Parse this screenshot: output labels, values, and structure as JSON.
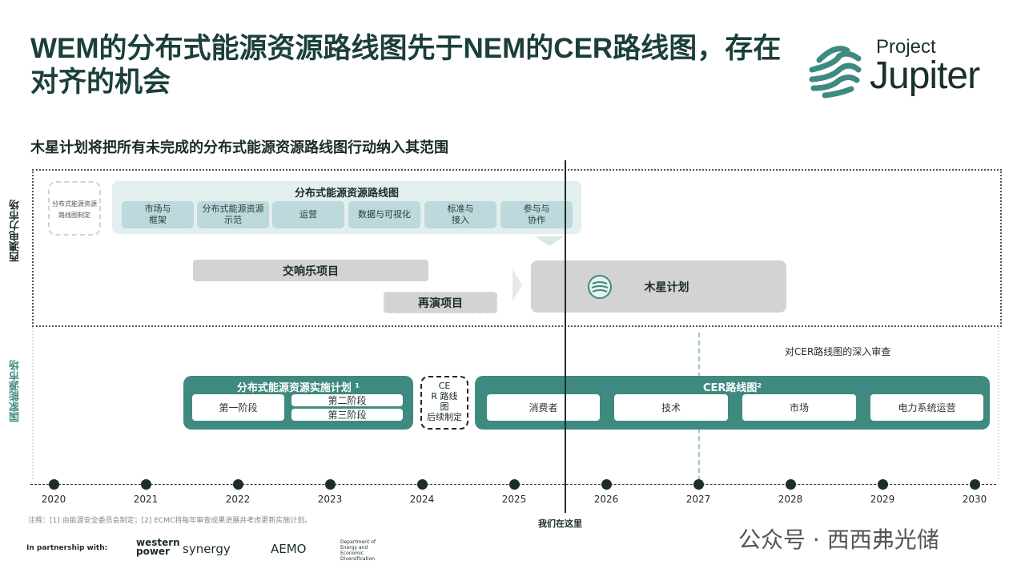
{
  "title": "WEM的分布式能源资源路线图先于NEM的CER路线图，存在对齐的机会",
  "logo": {
    "line1": "Project",
    "line2": "Jupiter"
  },
  "subtitle": "木星计划将把所有未完成的分布式能源资源路线图行动纳入其范围",
  "wem": {
    "label": "西澳电力市场",
    "draft_box": "分布式能源资源路线图制定",
    "roadmap_title": "分布式能源资源路线图",
    "roadmap_items": [
      "市场与\n框架",
      "分布式能源资源\n示范",
      "运营",
      "数据与可视化",
      "标准与\n接入",
      "参与与\n协作"
    ],
    "symphony": "交响乐项目",
    "encore": "再演项目",
    "jupiter": "木星计划"
  },
  "nem": {
    "label": "国家能源市场",
    "review": "对CER路线图的深入审查",
    "der_plan_title": "分布式能源资源实施计划 ¹",
    "phases": [
      "第一阶段",
      "第二阶段",
      "第三阶段"
    ],
    "cer_pending": "CE\nR 路线\n图\n后续制定",
    "cer_title": "CER路线图²",
    "cer_items": [
      "消费者",
      "技术",
      "市场",
      "电力系统运营"
    ]
  },
  "timeline": {
    "years": [
      "2020",
      "2021",
      "2022",
      "2023",
      "2024",
      "2025",
      "2026",
      "2027",
      "2028",
      "2029",
      "2030"
    ],
    "now_label": "我们在这里"
  },
  "footnote": "注释：[1] 由能源安全委员会制定；[2] ECMC将每年审查成果进展并考虑更新实施计划。",
  "partners": {
    "label": "In partnership with:",
    "logos": [
      "western power",
      "synergy",
      "AEMO",
      "Department of Energy and Economic Diversification"
    ]
  },
  "watermark": "公众号 · 西西弗光储",
  "colors": {
    "teal": "#3f8a80",
    "dark": "#1b3f3b"
  }
}
